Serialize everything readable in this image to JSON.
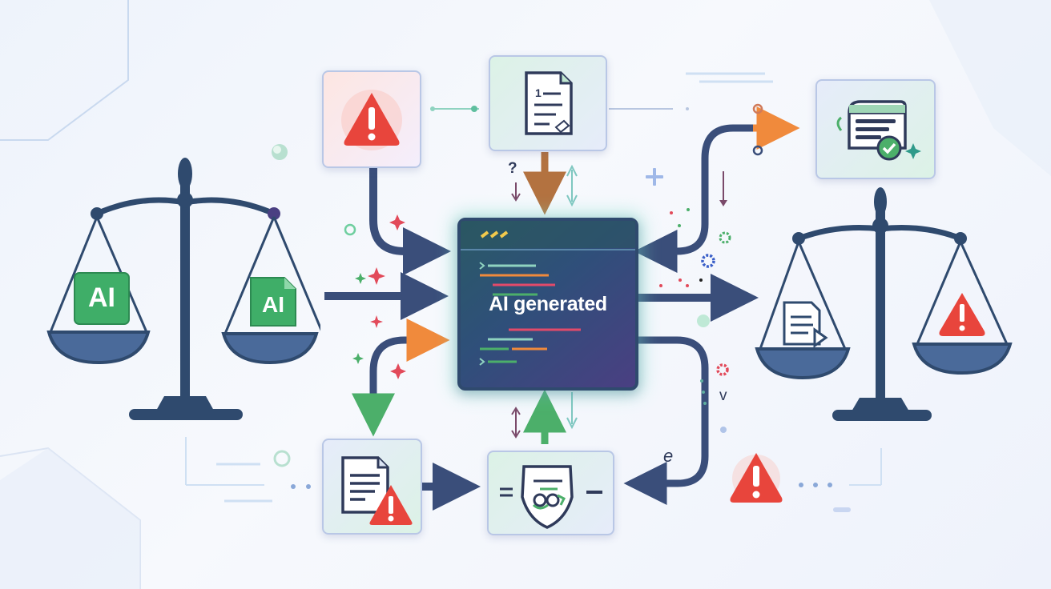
{
  "central": {
    "label": "AI generated"
  },
  "left_scale": {
    "left_pan_label": "AI",
    "right_pan_label": "AI"
  },
  "annotations": {
    "question_mark": "?",
    "v_mark": "v",
    "e_mark": "e"
  },
  "icons": [
    "warning-icon",
    "document-icon",
    "certificate-check-icon",
    "scale-icon",
    "document-warning-icon",
    "shield-icon",
    "code-icon",
    "document-arrow-icon"
  ],
  "colors": {
    "scale_navy": "#2f4a6e",
    "pan_fill": "#4a6a9a",
    "arrow_navy": "#3a4e7a",
    "arrow_orange": "#f08a3c",
    "arrow_green": "#4caf6a",
    "warning_red": "#e8453c",
    "ai_green": "#3fae68",
    "central_glow": "#7fe0c8"
  }
}
